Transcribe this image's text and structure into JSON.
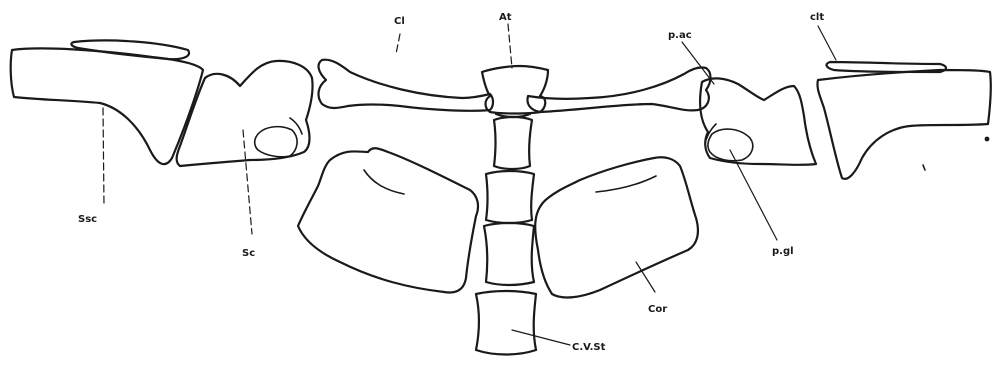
{
  "labels": {
    "ssc": "Ssc",
    "sc": "Sc",
    "cl": "Cl",
    "at": "At",
    "pac": "p.ac",
    "clt": "clt",
    "pgl": "p.gl",
    "cor": "Cor",
    "cvst": "C.V.St"
  }
}
